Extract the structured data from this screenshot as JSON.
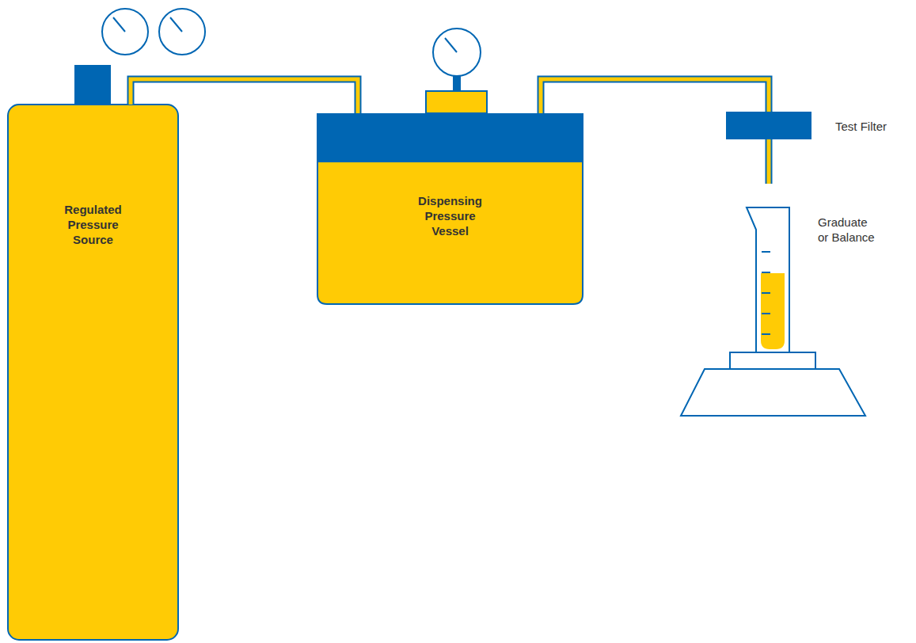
{
  "diagram": {
    "nodes": [
      {
        "text": [
          "Regulated Pressure Source"
        ]
      },
      {
        "text": [
          "Dispensing Pressure Vessel"
        ]
      },
      {
        "text": [
          "Test Filter"
        ]
      },
      {
        "text": [
          "Graduate or Balance"
        ]
      }
    ],
    "edges": [
      {
        "from": 0,
        "to": 1,
        "arrow": "none"
      },
      {
        "from": 1,
        "to": 2,
        "arrow": "none"
      },
      {
        "from": 2,
        "to": 3,
        "arrow": "none"
      }
    ]
  }
}
